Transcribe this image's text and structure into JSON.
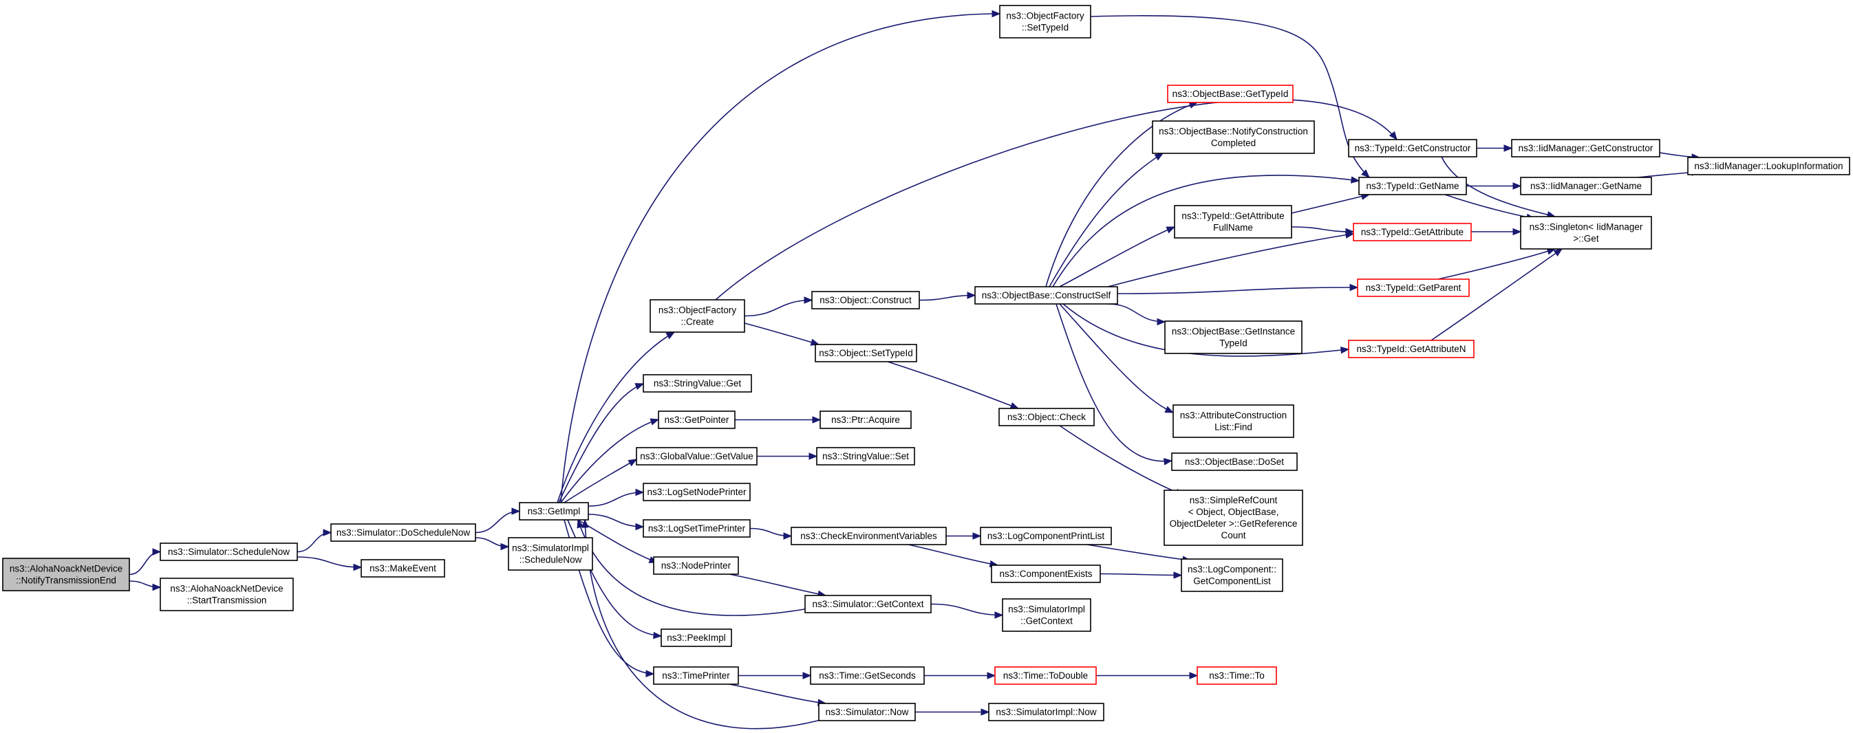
{
  "colors": {
    "edge": "#191970",
    "box_border": "#000000",
    "box_border_incomplete": "#ff0000",
    "root_fill": "#bfbfbf",
    "box_fill": "#ffffff"
  },
  "nodes": [
    {
      "id": "root",
      "lines": [
        "ns3::AlohaNoackNetDevice",
        "::NotifyTransmissionEnd"
      ],
      "style": "root"
    },
    {
      "id": "sim_schedulenow",
      "lines": [
        "ns3::Simulator::ScheduleNow"
      ],
      "style": "normal"
    },
    {
      "id": "aloha_starttx",
      "lines": [
        "ns3::AlohaNoackNetDevice",
        "::StartTransmission"
      ],
      "style": "normal"
    },
    {
      "id": "sim_doschedulenow",
      "lines": [
        "ns3::Simulator::DoScheduleNow"
      ],
      "style": "normal"
    },
    {
      "id": "makeevent",
      "lines": [
        "ns3::MakeEvent"
      ],
      "style": "normal"
    },
    {
      "id": "getimpl",
      "lines": [
        "ns3::GetImpl"
      ],
      "style": "normal"
    },
    {
      "id": "simimpl_schedulenow",
      "lines": [
        "ns3::SimulatorImpl",
        "::ScheduleNow"
      ],
      "style": "normal"
    },
    {
      "id": "objfactory_create",
      "lines": [
        "ns3::ObjectFactory",
        "::Create"
      ],
      "style": "normal"
    },
    {
      "id": "stringvalue_get",
      "lines": [
        "ns3::StringValue::Get"
      ],
      "style": "normal"
    },
    {
      "id": "getpointer",
      "lines": [
        "ns3::GetPointer"
      ],
      "style": "normal"
    },
    {
      "id": "globalvalue_getvalue",
      "lines": [
        "ns3::GlobalValue::GetValue"
      ],
      "style": "normal"
    },
    {
      "id": "logsetnodeprinter",
      "lines": [
        "ns3::LogSetNodePrinter"
      ],
      "style": "normal"
    },
    {
      "id": "logsettimeprinter",
      "lines": [
        "ns3::LogSetTimePrinter"
      ],
      "style": "normal"
    },
    {
      "id": "nodeprinter",
      "lines": [
        "ns3::NodePrinter"
      ],
      "style": "normal"
    },
    {
      "id": "peekimpl",
      "lines": [
        "ns3::PeekImpl"
      ],
      "style": "normal"
    },
    {
      "id": "timeprinter",
      "lines": [
        "ns3::TimePrinter"
      ],
      "style": "normal"
    },
    {
      "id": "objfactory_settypeid",
      "lines": [
        "ns3::ObjectFactory",
        "::SetTypeId"
      ],
      "style": "normal"
    },
    {
      "id": "object_construct",
      "lines": [
        "ns3::Object::Construct"
      ],
      "style": "normal"
    },
    {
      "id": "object_settypeid",
      "lines": [
        "ns3::Object::SetTypeId"
      ],
      "style": "normal"
    },
    {
      "id": "ptr_acquire",
      "lines": [
        "ns3::Ptr::Acquire"
      ],
      "style": "normal"
    },
    {
      "id": "stringvalue_set",
      "lines": [
        "ns3::StringValue::Set"
      ],
      "style": "normal"
    },
    {
      "id": "checkenvvars",
      "lines": [
        "ns3::CheckEnvironmentVariables"
      ],
      "style": "normal"
    },
    {
      "id": "sim_getcontext",
      "lines": [
        "ns3::Simulator::GetContext"
      ],
      "style": "normal"
    },
    {
      "id": "time_getseconds",
      "lines": [
        "ns3::Time::GetSeconds"
      ],
      "style": "normal"
    },
    {
      "id": "sim_now",
      "lines": [
        "ns3::Simulator::Now"
      ],
      "style": "normal"
    },
    {
      "id": "objbase_constructself",
      "lines": [
        "ns3::ObjectBase::ConstructSelf"
      ],
      "style": "normal"
    },
    {
      "id": "object_check",
      "lines": [
        "ns3::Object::Check"
      ],
      "style": "normal"
    },
    {
      "id": "logcomponentprintlist",
      "lines": [
        "ns3::LogComponentPrintList"
      ],
      "style": "normal"
    },
    {
      "id": "componentexists",
      "lines": [
        "ns3::ComponentExists"
      ],
      "style": "normal"
    },
    {
      "id": "simimpl_getcontext",
      "lines": [
        "ns3::SimulatorImpl",
        "::GetContext"
      ],
      "style": "normal"
    },
    {
      "id": "time_todouble",
      "lines": [
        "ns3::Time::ToDouble"
      ],
      "style": "incomplete"
    },
    {
      "id": "simimpl_now",
      "lines": [
        "ns3::SimulatorImpl::Now"
      ],
      "style": "normal"
    },
    {
      "id": "objbase_gettypeid",
      "lines": [
        "ns3::ObjectBase::GetTypeId"
      ],
      "style": "incomplete"
    },
    {
      "id": "objbase_notifyconstruction",
      "lines": [
        "ns3::ObjectBase::NotifyConstruction",
        "Completed"
      ],
      "style": "normal"
    },
    {
      "id": "typeid_getattributefullname",
      "lines": [
        "ns3::TypeId::GetAttribute",
        "FullName"
      ],
      "style": "normal"
    },
    {
      "id": "objbase_getinstancetypeid",
      "lines": [
        "ns3::ObjectBase::GetInstance",
        "TypeId"
      ],
      "style": "normal"
    },
    {
      "id": "attrconstructionlist_find",
      "lines": [
        "ns3::AttributeConstruction",
        "List::Find"
      ],
      "style": "normal"
    },
    {
      "id": "objbase_doset",
      "lines": [
        "ns3::ObjectBase::DoSet"
      ],
      "style": "normal"
    },
    {
      "id": "simplerefcount_getref",
      "lines": [
        "ns3::SimpleRefCount",
        "< Object, ObjectBase,",
        "ObjectDeleter >::GetReference",
        "Count"
      ],
      "style": "normal"
    },
    {
      "id": "logcomponent_getlist",
      "lines": [
        "ns3::LogComponent::",
        "GetComponentList"
      ],
      "style": "normal"
    },
    {
      "id": "time_to",
      "lines": [
        "ns3::Time::To"
      ],
      "style": "incomplete"
    },
    {
      "id": "typeid_getconstructor",
      "lines": [
        "ns3::TypeId::GetConstructor"
      ],
      "style": "normal"
    },
    {
      "id": "typeid_getname",
      "lines": [
        "ns3::TypeId::GetName"
      ],
      "style": "normal"
    },
    {
      "id": "typeid_getattribute",
      "lines": [
        "ns3::TypeId::GetAttribute"
      ],
      "style": "incomplete"
    },
    {
      "id": "typeid_getparent",
      "lines": [
        "ns3::TypeId::GetParent"
      ],
      "style": "incomplete"
    },
    {
      "id": "typeid_getattributen",
      "lines": [
        "ns3::TypeId::GetAttributeN"
      ],
      "style": "incomplete"
    },
    {
      "id": "iidmanager_getconstructor",
      "lines": [
        "ns3::IidManager::GetConstructor"
      ],
      "style": "normal"
    },
    {
      "id": "iidmanager_getname",
      "lines": [
        "ns3::IidManager::GetName"
      ],
      "style": "normal"
    },
    {
      "id": "singleton_get",
      "lines": [
        "ns3::Singleton< IidManager",
        ">::Get"
      ],
      "style": "normal"
    },
    {
      "id": "iidmanager_lookupinfo",
      "lines": [
        "ns3::IidManager::LookupInformation"
      ],
      "style": "normal"
    }
  ],
  "edges": [
    [
      "root",
      "sim_schedulenow"
    ],
    [
      "root",
      "aloha_starttx"
    ],
    [
      "sim_schedulenow",
      "sim_doschedulenow"
    ],
    [
      "sim_schedulenow",
      "makeevent"
    ],
    [
      "sim_doschedulenow",
      "getimpl"
    ],
    [
      "sim_doschedulenow",
      "simimpl_schedulenow"
    ],
    [
      "getimpl",
      "objfactory_create"
    ],
    [
      "getimpl",
      "objfactory_settypeid"
    ],
    [
      "getimpl",
      "stringvalue_get"
    ],
    [
      "getimpl",
      "getpointer"
    ],
    [
      "getimpl",
      "globalvalue_getvalue"
    ],
    [
      "getimpl",
      "logsetnodeprinter"
    ],
    [
      "getimpl",
      "logsettimeprinter"
    ],
    [
      "getimpl",
      "nodeprinter"
    ],
    [
      "getimpl",
      "peekimpl"
    ],
    [
      "getimpl",
      "timeprinter"
    ],
    [
      "objfactory_create",
      "typeid_getconstructor"
    ],
    [
      "objfactory_create",
      "object_construct"
    ],
    [
      "objfactory_create",
      "object_settypeid"
    ],
    [
      "objfactory_settypeid",
      "typeid_getname"
    ],
    [
      "getpointer",
      "ptr_acquire"
    ],
    [
      "globalvalue_getvalue",
      "stringvalue_set"
    ],
    [
      "logsettimeprinter",
      "checkenvvars"
    ],
    [
      "nodeprinter",
      "sim_getcontext"
    ],
    [
      "timeprinter",
      "time_getseconds"
    ],
    [
      "timeprinter",
      "sim_now"
    ],
    [
      "object_construct",
      "objbase_constructself"
    ],
    [
      "object_settypeid",
      "object_check"
    ],
    [
      "checkenvvars",
      "logcomponentprintlist"
    ],
    [
      "checkenvvars",
      "componentexists"
    ],
    [
      "sim_getcontext",
      "getimpl"
    ],
    [
      "sim_getcontext",
      "simimpl_getcontext"
    ],
    [
      "time_getseconds",
      "time_todouble"
    ],
    [
      "sim_now",
      "getimpl"
    ],
    [
      "sim_now",
      "simimpl_now"
    ],
    [
      "objbase_constructself",
      "objbase_gettypeid"
    ],
    [
      "objbase_constructself",
      "objbase_notifyconstruction"
    ],
    [
      "objbase_constructself",
      "typeid_getname"
    ],
    [
      "objbase_constructself",
      "typeid_getattributefullname"
    ],
    [
      "objbase_constructself",
      "typeid_getattribute"
    ],
    [
      "objbase_constructself",
      "typeid_getparent"
    ],
    [
      "objbase_constructself",
      "objbase_getinstancetypeid"
    ],
    [
      "objbase_constructself",
      "typeid_getattributen"
    ],
    [
      "objbase_constructself",
      "attrconstructionlist_find"
    ],
    [
      "objbase_constructself",
      "objbase_doset"
    ],
    [
      "object_check",
      "simplerefcount_getref"
    ],
    [
      "logcomponentprintlist",
      "logcomponent_getlist"
    ],
    [
      "componentexists",
      "logcomponent_getlist"
    ],
    [
      "time_todouble",
      "time_to"
    ],
    [
      "typeid_getattributefullname",
      "typeid_getname"
    ],
    [
      "typeid_getattributefullname",
      "typeid_getattribute"
    ],
    [
      "typeid_getconstructor",
      "iidmanager_getconstructor"
    ],
    [
      "typeid_getconstructor",
      "singleton_get"
    ],
    [
      "typeid_getname",
      "iidmanager_getname"
    ],
    [
      "typeid_getname",
      "singleton_get"
    ],
    [
      "typeid_getattribute",
      "singleton_get"
    ],
    [
      "typeid_getparent",
      "singleton_get"
    ],
    [
      "typeid_getattributen",
      "singleton_get"
    ],
    [
      "iidmanager_getconstructor",
      "iidmanager_lookupinfo"
    ],
    [
      "iidmanager_getname",
      "iidmanager_lookupinfo"
    ]
  ]
}
